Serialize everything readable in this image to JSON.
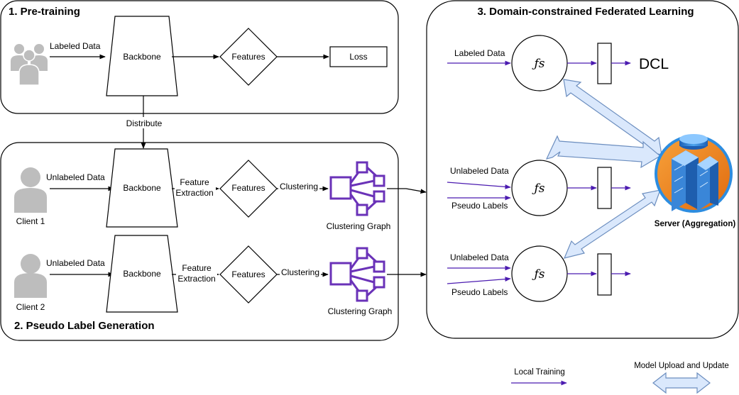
{
  "sections": {
    "pretraining": {
      "title": "1. Pre-training"
    },
    "pseudo_label": {
      "title": "2. Pseudo Label Generation"
    },
    "federated": {
      "title": "3. Domain-constrained Federated Learning"
    }
  },
  "pretraining": {
    "input_label": "Labeled Data",
    "backbone": "Backbone",
    "features": "Features",
    "loss": "Loss"
  },
  "distribute_label": "Distribute",
  "clients": [
    {
      "name": "Client 1",
      "input_label": "Unlabeled Data",
      "backbone": "Backbone",
      "extraction_line1": "Feature",
      "extraction_line2": "Extraction",
      "features": "Features",
      "clustering": "Clustering",
      "graph_label": "Clustering Graph"
    },
    {
      "name": "Client 2",
      "input_label": "Unlabeled Data",
      "backbone": "Backbone",
      "extraction_line1": "Feature",
      "extraction_line2": "Extraction",
      "features": "Features",
      "clustering": "Clustering",
      "graph_label": "Clustering Graph"
    }
  ],
  "federated": {
    "models": [
      {
        "symbol": "ƒs",
        "input_top": "Labeled Data",
        "input_bottom": "",
        "output": "DCL"
      },
      {
        "symbol": "ƒs",
        "input_top": "Unlabeled Data",
        "input_bottom": "Pseudo Labels",
        "output": ""
      },
      {
        "symbol": "ƒs",
        "input_top": "Unlabeled Data",
        "input_bottom": "Pseudo Labels",
        "output": ""
      }
    ],
    "server_label": "Server (Aggregation)"
  },
  "legend": {
    "local_training": "Local Training",
    "model_upload": "Model Upload and Update"
  },
  "colors": {
    "purple": "#4B1BB0",
    "graph_purple": "#6A32B8",
    "arrow_fill": "#DAE8FC",
    "arrow_stroke": "#6C8EBF",
    "person_gray": "#BDBDBD",
    "server_orange": "#F08A1C",
    "server_blue": "#2D8DE0"
  },
  "icons": {
    "people": "group-icon",
    "person": "person-icon",
    "graph": "clustering-graph-icon",
    "server": "server-icon"
  }
}
